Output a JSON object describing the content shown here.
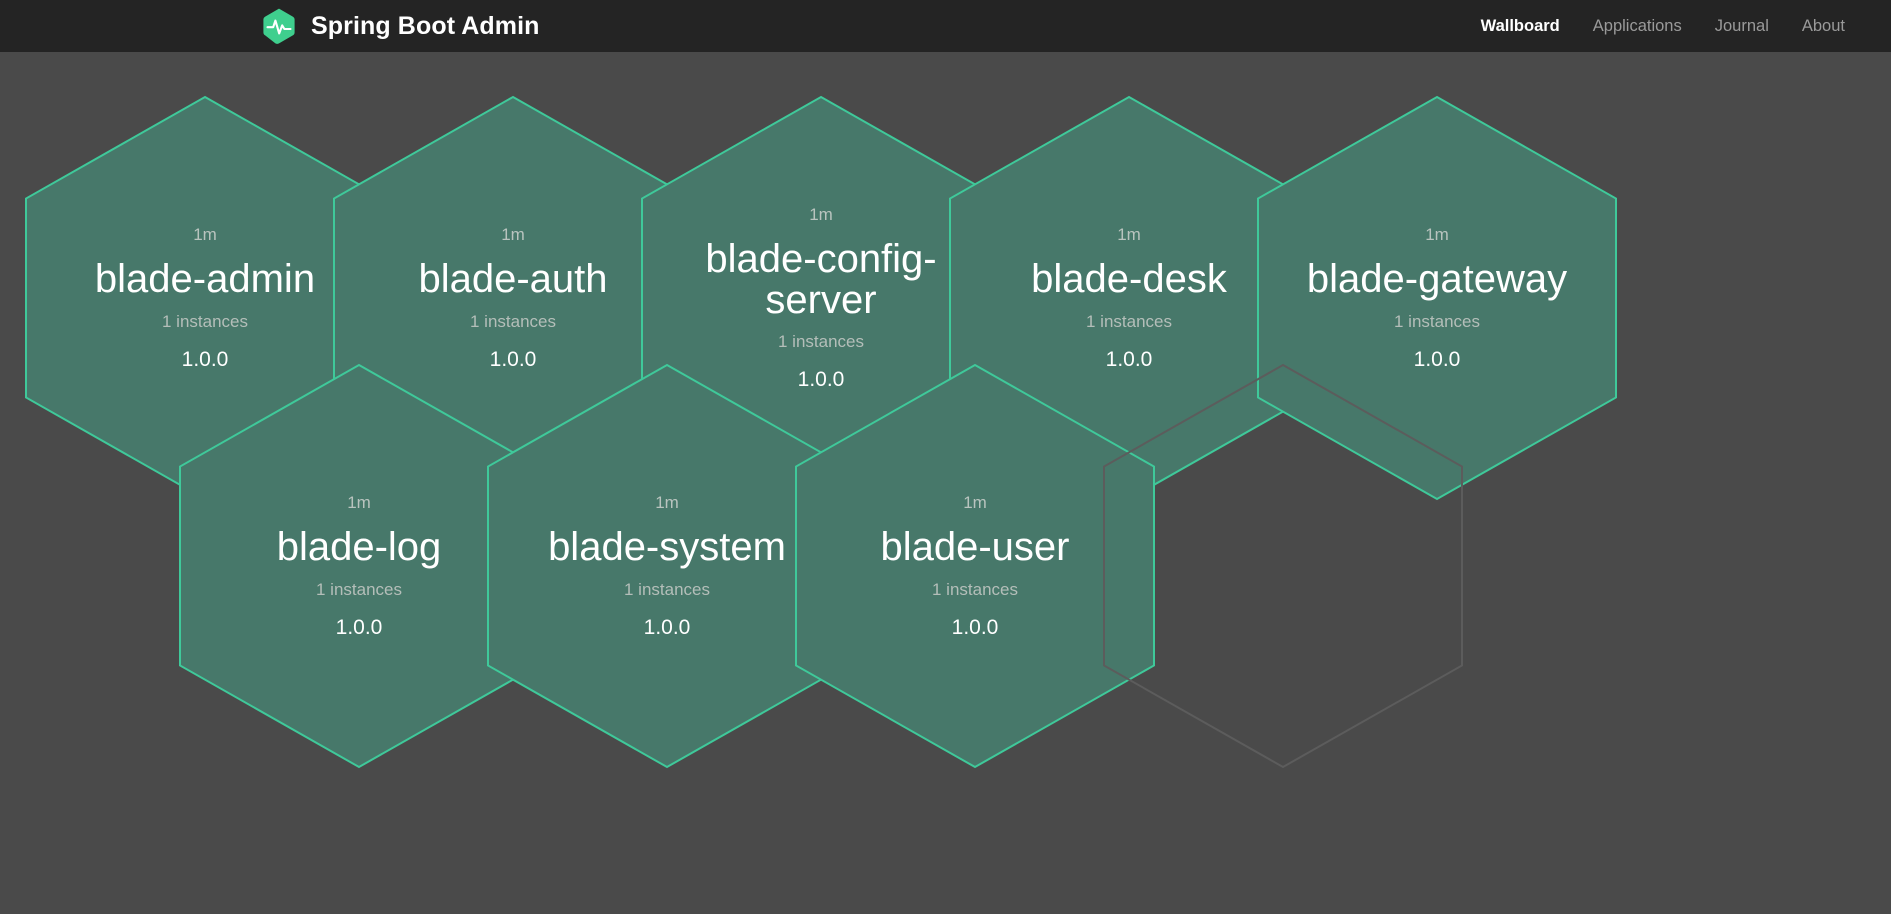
{
  "navbar": {
    "brand_title": "Spring Boot Admin",
    "brand_icon": "heartbeat-hexagon-icon",
    "links": [
      {
        "label": "Wallboard",
        "active": true
      },
      {
        "label": "Applications",
        "active": false
      },
      {
        "label": "Journal",
        "active": false
      },
      {
        "label": "About",
        "active": false
      }
    ]
  },
  "colors": {
    "navbar_background": "#242424",
    "page_background": "#4a4a4a",
    "hex_fill": "#47786a",
    "hex_border": "#3fc99a",
    "placeholder_border": "#5c5c5c",
    "brand_accent": "#3fcf8e",
    "text_primary": "#ffffff",
    "text_muted": "#b4beb9",
    "nav_inactive": "#9a9a9a"
  },
  "wallboard": {
    "applications": [
      {
        "name": "blade-admin",
        "uptime": "1m",
        "instances": "1 instances",
        "version": "1.0.0",
        "status": "UP",
        "row": 0,
        "col": 0
      },
      {
        "name": "blade-auth",
        "uptime": "1m",
        "instances": "1 instances",
        "version": "1.0.0",
        "status": "UP",
        "row": 0,
        "col": 1
      },
      {
        "name": "blade-config-server",
        "uptime": "1m",
        "instances": "1 instances",
        "version": "1.0.0",
        "status": "UP",
        "row": 0,
        "col": 2
      },
      {
        "name": "blade-desk",
        "uptime": "1m",
        "instances": "1 instances",
        "version": "1.0.0",
        "status": "UP",
        "row": 0,
        "col": 3
      },
      {
        "name": "blade-gateway",
        "uptime": "1m",
        "instances": "1 instances",
        "version": "1.0.0",
        "status": "UP",
        "row": 0,
        "col": 4
      },
      {
        "name": "blade-log",
        "uptime": "1m",
        "instances": "1 instances",
        "version": "1.0.0",
        "status": "UP",
        "row": 1,
        "col": 0
      },
      {
        "name": "blade-system",
        "uptime": "1m",
        "instances": "1 instances",
        "version": "1.0.0",
        "status": "UP",
        "row": 1,
        "col": 1
      },
      {
        "name": "blade-user",
        "uptime": "1m",
        "instances": "1 instances",
        "version": "1.0.0",
        "status": "UP",
        "row": 1,
        "col": 2
      }
    ],
    "placeholder_count": 1,
    "total_applications": 8
  }
}
